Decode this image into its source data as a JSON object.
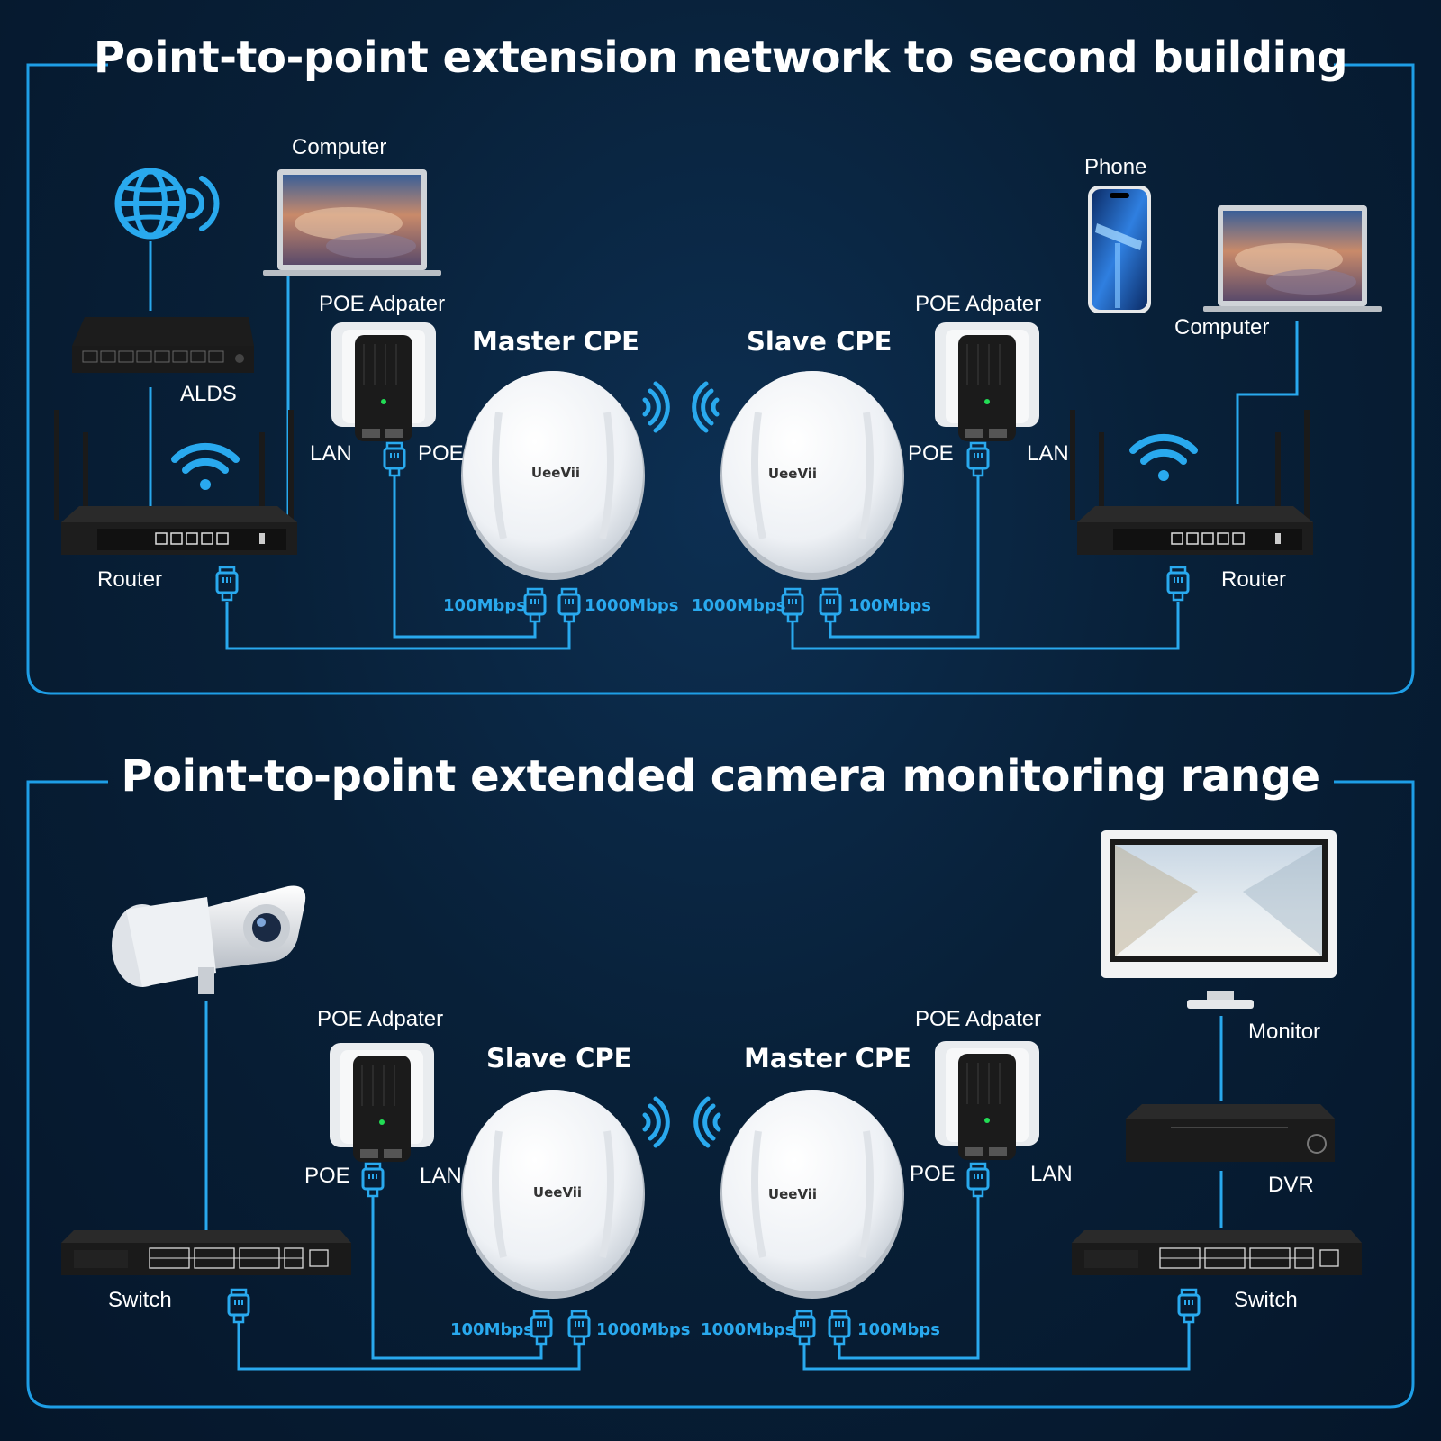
{
  "colors": {
    "accent": "#29a9ee",
    "frame": "#1e9ee6",
    "background": "#071a30"
  },
  "top": {
    "title": "Point-to-point extension network to second building",
    "left": {
      "computer": "Computer",
      "alds": "ALDS",
      "router": "Router",
      "poe_adapter": "POE Adpater",
      "lan": "LAN",
      "poe": "POE",
      "cpe": "Master CPE",
      "speed_lan": "100Mbps",
      "speed_poe": "1000Mbps"
    },
    "right": {
      "cpe": "Slave CPE",
      "poe_adapter": "POE Adpater",
      "poe": "POE",
      "lan": "LAN",
      "phone": "Phone",
      "computer": "Computer",
      "router": "Router",
      "speed_poe": "1000Mbps",
      "speed_lan": "100Mbps"
    }
  },
  "bottom": {
    "title": "Point-to-point extended camera monitoring range",
    "left": {
      "switch": "Switch",
      "poe_adapter": "POE Adpater",
      "poe": "POE",
      "lan": "LAN",
      "cpe": "Slave CPE",
      "speed_lan": "100Mbps",
      "speed_poe": "1000Mbps"
    },
    "right": {
      "cpe": "Master CPE",
      "poe_adapter": "POE Adpater",
      "poe": "POE",
      "lan": "LAN",
      "monitor": "Monitor",
      "dvr": "DVR",
      "switch": "Switch",
      "speed_poe": "1000Mbps",
      "speed_lan": "100Mbps"
    }
  },
  "brand": "UeeVii",
  "icons": [
    "globe-icon",
    "wifi-icon",
    "ethernet-plug-icon",
    "signal-waves-icon"
  ]
}
